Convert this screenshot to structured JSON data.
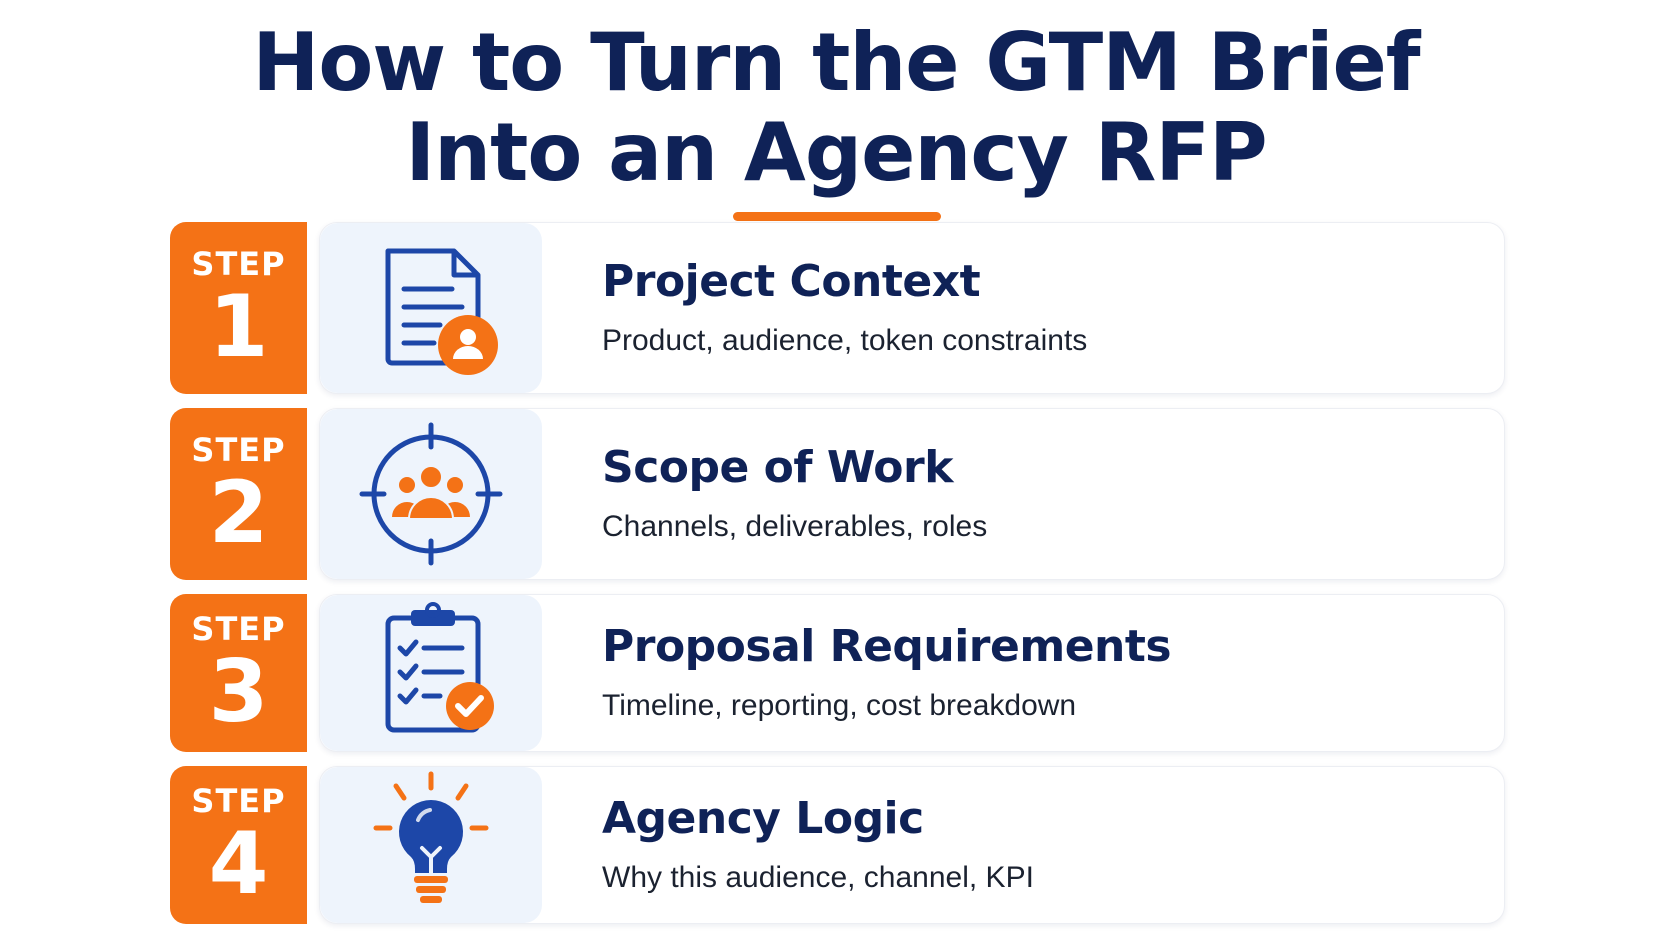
{
  "title": {
    "line1": "How to Turn the GTM Brief",
    "line2": "Into an Agency RFP"
  },
  "colors": {
    "navy": "#0f2257",
    "orange": "#f47216",
    "icon_blue": "#1d47a8",
    "tile_bg": "#eef4fc"
  },
  "steps": [
    {
      "label": "STEP",
      "number": "1",
      "icon": "document-user-icon",
      "title": "Project Context",
      "description": "Product, audience, token constraints"
    },
    {
      "label": "STEP",
      "number": "2",
      "icon": "target-audience-icon",
      "title": "Scope of Work",
      "description": "Channels, deliverables, roles"
    },
    {
      "label": "STEP",
      "number": "3",
      "icon": "clipboard-checklist-icon",
      "title": "Proposal Requirements",
      "description": "Timeline, reporting, cost breakdown"
    },
    {
      "label": "STEP",
      "number": "4",
      "icon": "lightbulb-icon",
      "title": "Agency Logic",
      "description": "Why this audience, channel, KPI"
    }
  ]
}
